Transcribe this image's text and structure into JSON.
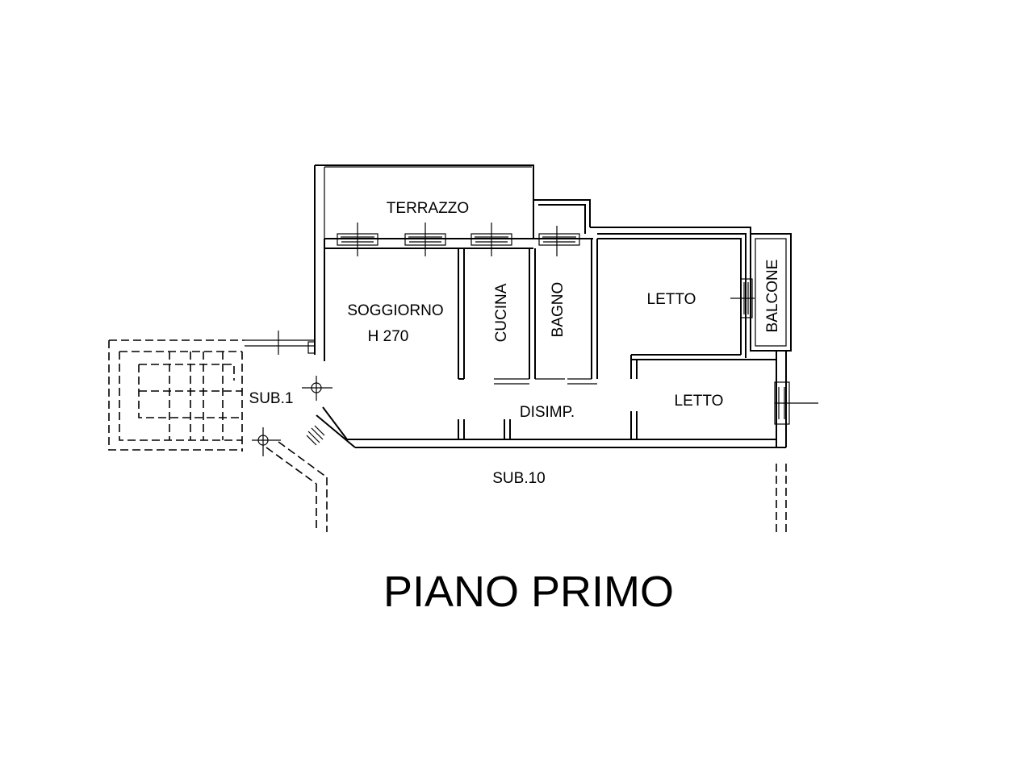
{
  "plan": {
    "title": "PIANO PRIMO",
    "rooms": {
      "terrazzo": "TERRAZZO",
      "soggiorno": "SOGGIORNO",
      "soggiorno_height": "H 270",
      "cucina": "CUCINA",
      "bagno": "BAGNO",
      "letto_1": "LETTO",
      "letto_2": "LETTO",
      "balcone": "BALCONE",
      "disimpegno": "DISIMP."
    },
    "units": {
      "sub_1": "SUB.1",
      "sub_10": "SUB.10"
    }
  }
}
